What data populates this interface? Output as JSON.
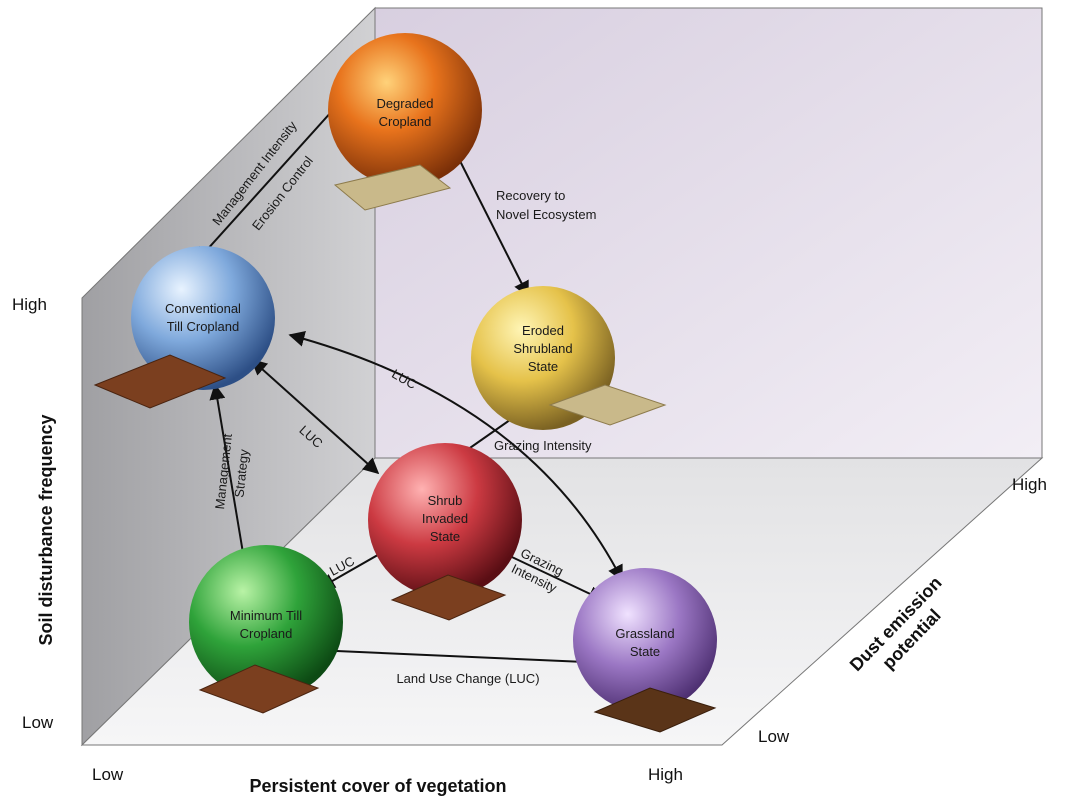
{
  "axes": {
    "x": {
      "label": "Persistent cover of vegetation",
      "low": "Low",
      "high": "High"
    },
    "y": {
      "label": "Soil disturbance frequency",
      "low": "Low",
      "high": "High"
    },
    "z": {
      "label_line1": "Dust emission",
      "label_line2": "potential",
      "low": "Low",
      "high": "High"
    }
  },
  "states": {
    "degraded": {
      "line1": "Degraded",
      "line2": "Cropland",
      "color": "#e8731c"
    },
    "conventional": {
      "line1": "Conventional",
      "line2": "Till Cropland",
      "color": "#6f9fd8"
    },
    "eroded": {
      "line1": "Eroded",
      "line2": "Shrubland",
      "line3": "State",
      "color": "#e3c14a"
    },
    "shrub": {
      "line1": "Shrub",
      "line2": "Invaded",
      "line3": "State",
      "color": "#c8323c"
    },
    "minimum": {
      "line1": "Minimum Till",
      "line2": "Cropland",
      "color": "#2fa33a"
    },
    "grassland": {
      "line1": "Grassland",
      "line2": "State",
      "color": "#9b77c4"
    }
  },
  "transitions": {
    "management_intensity": "Management Intensity",
    "erosion_control": "Erosion Control",
    "recovery_line1": "Recovery to",
    "recovery_line2": "Novel Ecosystem",
    "management_line1": "Management",
    "management_line2": "Strategy",
    "luc_conv_shrub": "LUC",
    "luc_conv_grass": "LUC",
    "luc_min_shrub": "LUC",
    "grazing_eroded": "Grazing Intensity",
    "grazing_shrub_line1": "Grazing",
    "grazing_shrub_line2": "Intensity",
    "land_use_change": "Land Use Change (LUC)"
  }
}
